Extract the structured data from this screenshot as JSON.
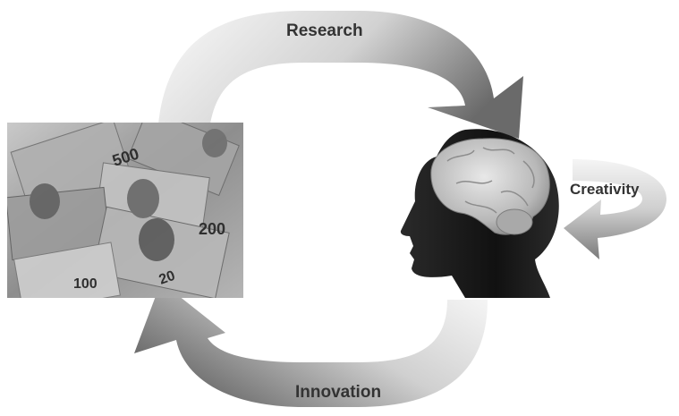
{
  "diagram": {
    "labels": {
      "research": "Research",
      "creativity": "Creativity",
      "innovation": "Innovation"
    },
    "money_photo": {
      "denominations": [
        "500",
        "200",
        "100",
        "20"
      ]
    },
    "colors": {
      "arrow_dark": "#5a5a5a",
      "arrow_light": "#f2f2f2",
      "head": "#1c1c1c",
      "brain": "#c8c8c8",
      "photo": "#9a9a9a"
    }
  }
}
